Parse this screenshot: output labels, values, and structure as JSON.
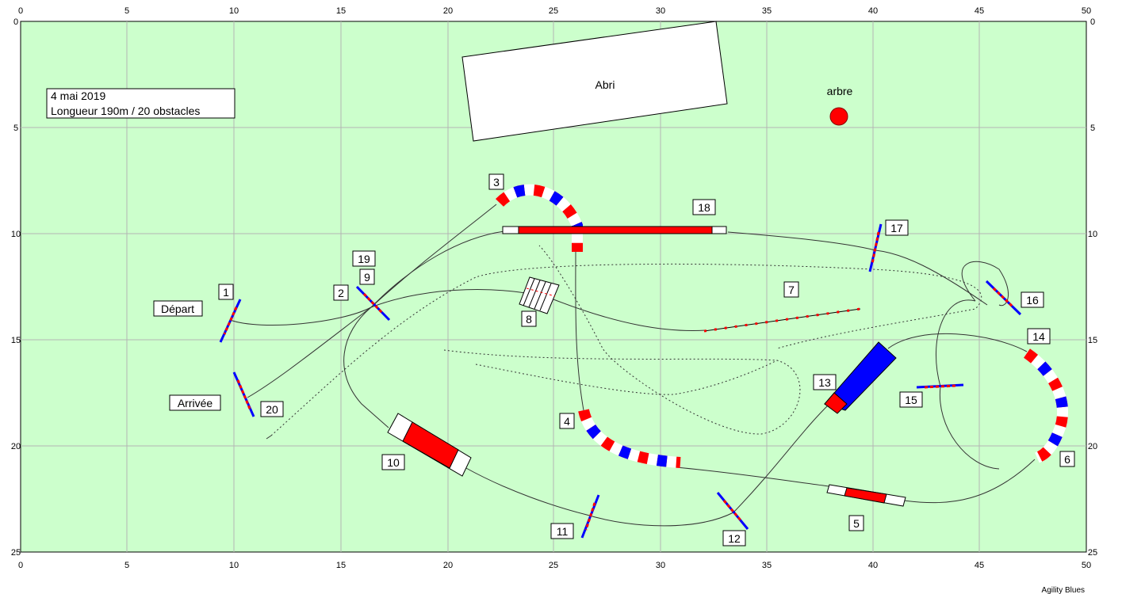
{
  "diagram": {
    "axis": {
      "x_ticks": [
        "0",
        "5",
        "10",
        "15",
        "20",
        "25",
        "30",
        "35",
        "40",
        "45",
        "50"
      ],
      "y_ticks": [
        "0",
        "5",
        "10",
        "15",
        "20",
        "25"
      ]
    },
    "info_line1": "4 mai 2019",
    "info_line2": "Longueur 190m / 20 obstacles",
    "shelter_label": "Abri",
    "tree_label": "arbre",
    "start_label": "Départ",
    "finish_label": "Arrivée",
    "watermark": "Agility Blues",
    "obstacle_numbers": [
      "1",
      "2",
      "3",
      "4",
      "5",
      "6",
      "7",
      "8",
      "9",
      "10",
      "11",
      "12",
      "13",
      "14",
      "15",
      "16",
      "17",
      "18",
      "19",
      "20"
    ],
    "colors": {
      "field": "#ccffcc",
      "grid": "#b4b4b4",
      "red": "#ff0000",
      "blue": "#0000ff",
      "label_text_purple": "#3c0050"
    }
  }
}
